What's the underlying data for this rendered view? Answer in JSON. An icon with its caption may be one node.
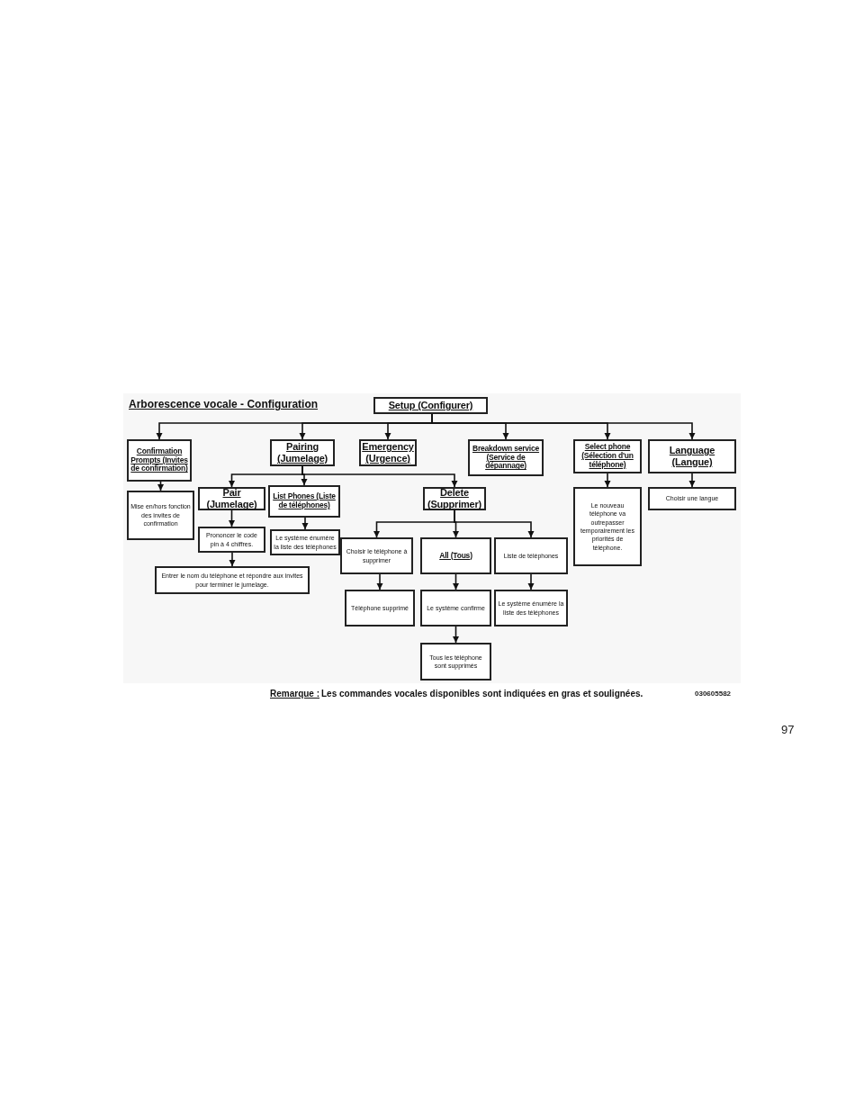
{
  "diagram": {
    "title": "Arborescence vocale - Configuration",
    "nodes": [
      {
        "text": [
          "Setup (Configurer)"
        ]
      },
      {
        "text": [
          "Confirmation Prompts (Invites de confirmation)"
        ]
      },
      {
        "text": [
          "Pairing (Jumelage)"
        ]
      },
      {
        "text": [
          "Emergency (Urgence)"
        ]
      },
      {
        "text": [
          "Breakdown service (Service de dépannage)"
        ]
      },
      {
        "text": [
          "Select phone (Sélection d'un téléphone)"
        ]
      },
      {
        "text": [
          "Language (Langue)"
        ]
      },
      {
        "text": [
          "Mise en/hors fonction des invites de confirmation"
        ]
      },
      {
        "text": [
          "Pair (Jumelage)"
        ]
      },
      {
        "text": [
          "List Phones (Liste de téléphones)"
        ]
      },
      {
        "text": [
          "Delete (Supprimer)"
        ]
      },
      {
        "text": [
          "Le nouveau téléphone va outrepasser temporairement les priorités de téléphone."
        ]
      },
      {
        "text": [
          "Choisir une langue"
        ]
      },
      {
        "text": [
          "Prononcer le code pin à 4 chiffres."
        ]
      },
      {
        "text": [
          "Le système énumère la liste des téléphones"
        ]
      },
      {
        "text": [
          "Entrer le nom du téléphone et répondre aux invites pour terminer le jumelage."
        ]
      },
      {
        "text": [
          "Choisir le téléphone à supprimer"
        ]
      },
      {
        "text": [
          "All (Tous)"
        ]
      },
      {
        "text": [
          "Liste de téléphones"
        ]
      },
      {
        "text": [
          "Téléphone supprimé"
        ]
      },
      {
        "text": [
          "Le système confirme"
        ]
      },
      {
        "text": [
          "Le système énumère la liste des téléphones"
        ]
      },
      {
        "text": [
          "Tous les téléphone sont supprimés"
        ]
      }
    ],
    "edges": [
      {
        "from": 0,
        "to": 1,
        "arrow": "to"
      },
      {
        "from": 0,
        "to": 2,
        "arrow": "to"
      },
      {
        "from": 0,
        "to": 3,
        "arrow": "to"
      },
      {
        "from": 0,
        "to": 4,
        "arrow": "to"
      },
      {
        "from": 0,
        "to": 5,
        "arrow": "to"
      },
      {
        "from": 0,
        "to": 6,
        "arrow": "to"
      },
      {
        "from": 1,
        "to": 7,
        "arrow": "to"
      },
      {
        "from": 2,
        "to": 8,
        "arrow": "to"
      },
      {
        "from": 2,
        "to": 9,
        "arrow": "to"
      },
      {
        "from": 2,
        "to": 10,
        "arrow": "to"
      },
      {
        "from": 5,
        "to": 11,
        "arrow": "to"
      },
      {
        "from": 6,
        "to": 12,
        "arrow": "to"
      },
      {
        "from": 8,
        "to": 13,
        "arrow": "to"
      },
      {
        "from": 9,
        "to": 14,
        "arrow": "to"
      },
      {
        "from": 13,
        "to": 15,
        "arrow": "to"
      },
      {
        "from": 10,
        "to": 16,
        "arrow": "to"
      },
      {
        "from": 10,
        "to": 17,
        "arrow": "to"
      },
      {
        "from": 10,
        "to": 18,
        "arrow": "to"
      },
      {
        "from": 16,
        "to": 19,
        "arrow": "to"
      },
      {
        "from": 17,
        "to": 20,
        "arrow": "to"
      },
      {
        "from": 18,
        "to": 21,
        "arrow": "to"
      },
      {
        "from": 20,
        "to": 22,
        "arrow": "to"
      }
    ],
    "labels": [
      "Remarque :",
      "Les commandes vocales disponibles sont indiquées en gras et soulignées.",
      "030605582",
      "97"
    ]
  }
}
